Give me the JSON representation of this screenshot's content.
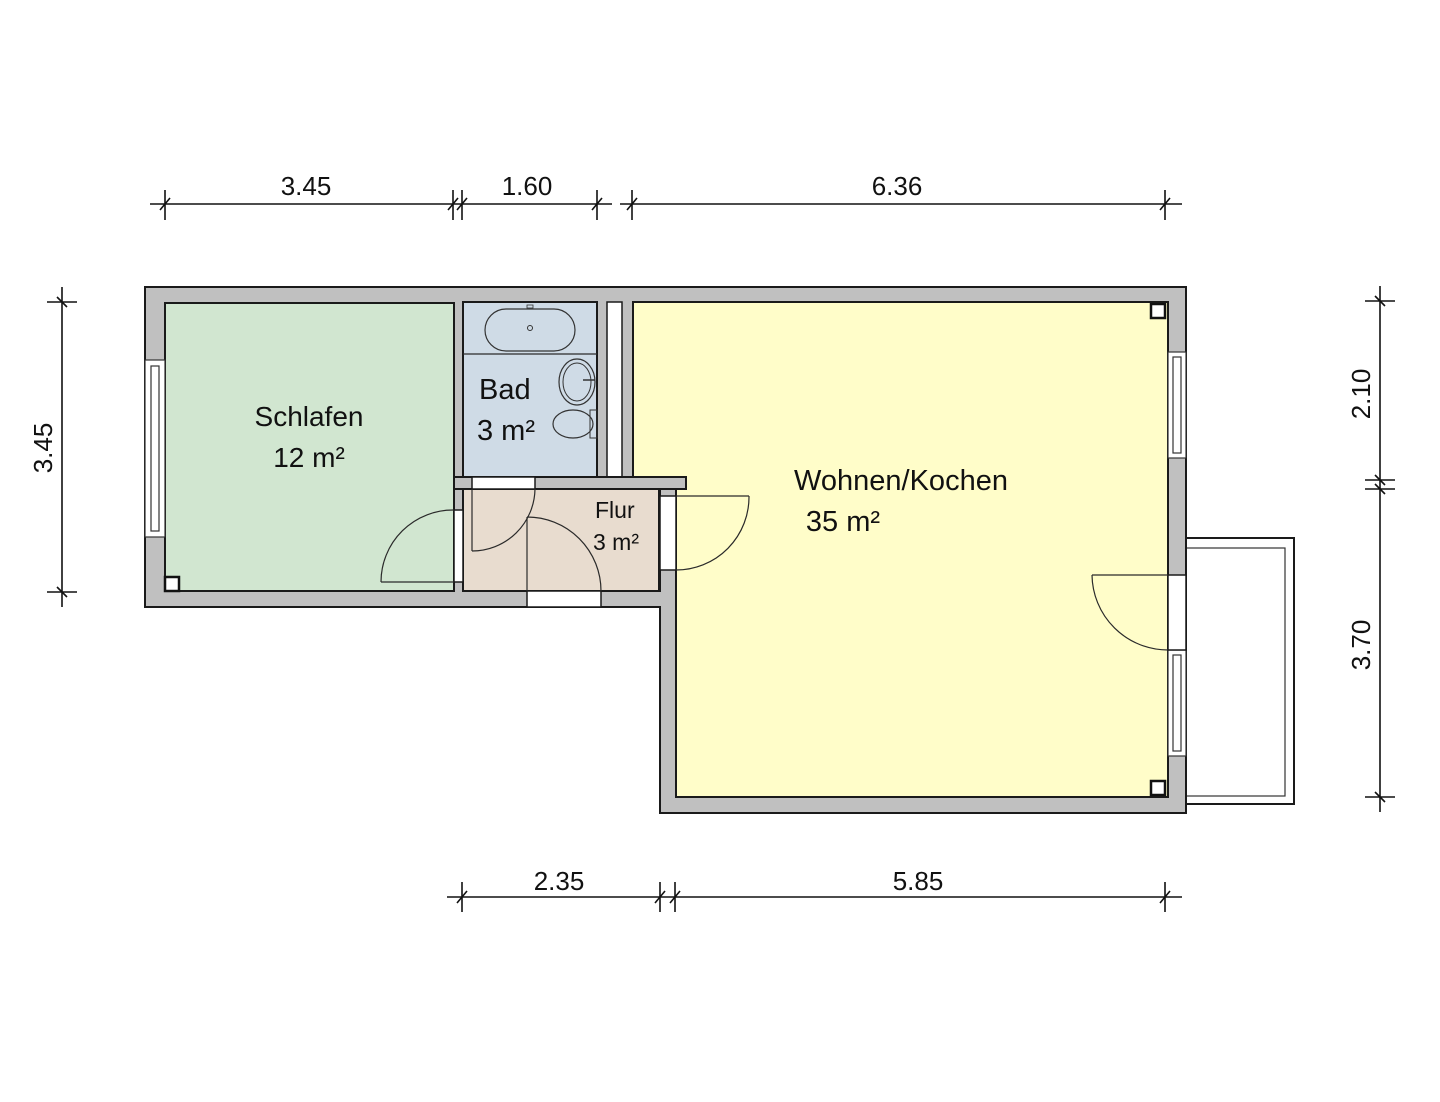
{
  "plan": {
    "type": "floor-plan",
    "units": "m",
    "colors": {
      "wall": "#c0c0c0",
      "schlafen": "#d1e6d0",
      "bad": "#cfdbe6",
      "flur": "#e8dccf",
      "wohnen": "#fffdc9",
      "balcony": "#ffffff",
      "line": "#1a1a1a"
    },
    "rooms": [
      {
        "id": "schlafen",
        "name": "Schlafen",
        "area": "12 m²"
      },
      {
        "id": "bad",
        "name": "Bad",
        "area": "3 m²"
      },
      {
        "id": "flur",
        "name": "Flur",
        "area": "3 m²"
      },
      {
        "id": "wohnen",
        "name": "Wohnen/Kochen",
        "area": "35 m²"
      }
    ],
    "dimensions": {
      "top": [
        "3.45",
        "1.60",
        "6.36"
      ],
      "bottom": [
        "2.35",
        "5.85"
      ],
      "left": [
        "3.45"
      ],
      "right": [
        "2.10",
        "3.70"
      ]
    }
  }
}
